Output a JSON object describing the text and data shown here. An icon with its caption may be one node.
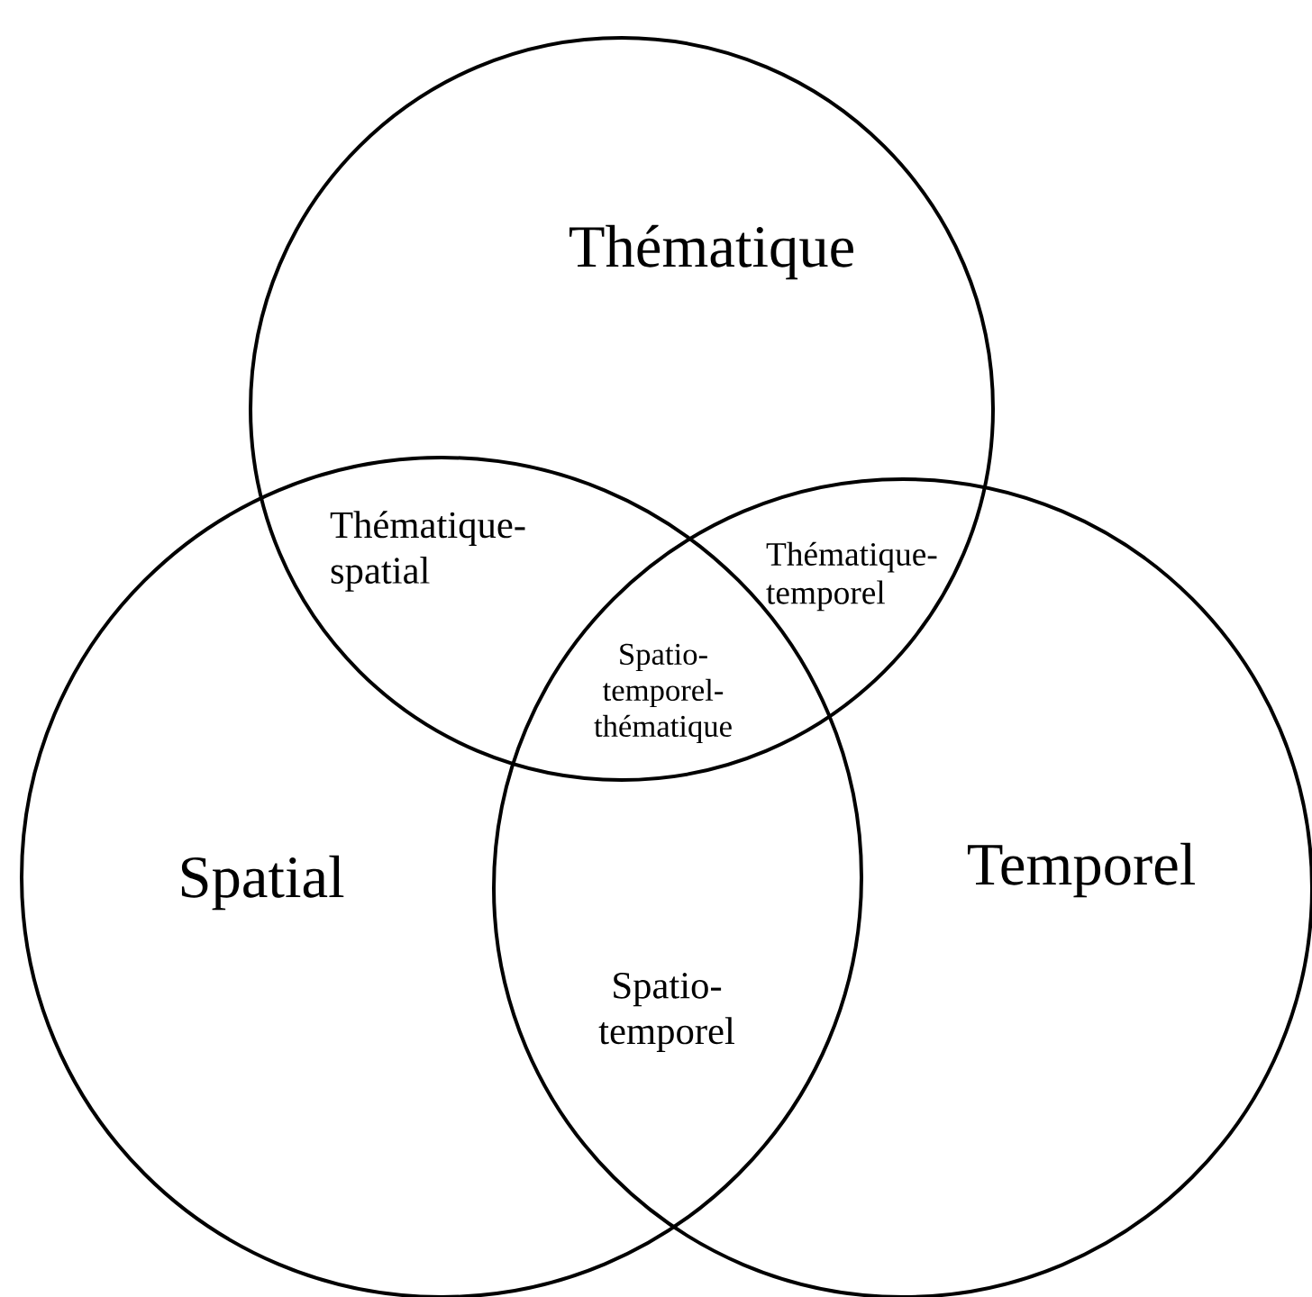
{
  "diagram": {
    "nodes": [
      {
        "text": [
          "Thématique"
        ]
      },
      {
        "text": [
          "Spatial"
        ]
      },
      {
        "text": [
          "Temporel"
        ]
      }
    ],
    "labels": [
      "Thématique-spatial",
      "Thématique-temporel",
      "Spatio-temporel-thématique",
      "Spatio-temporel"
    ]
  }
}
